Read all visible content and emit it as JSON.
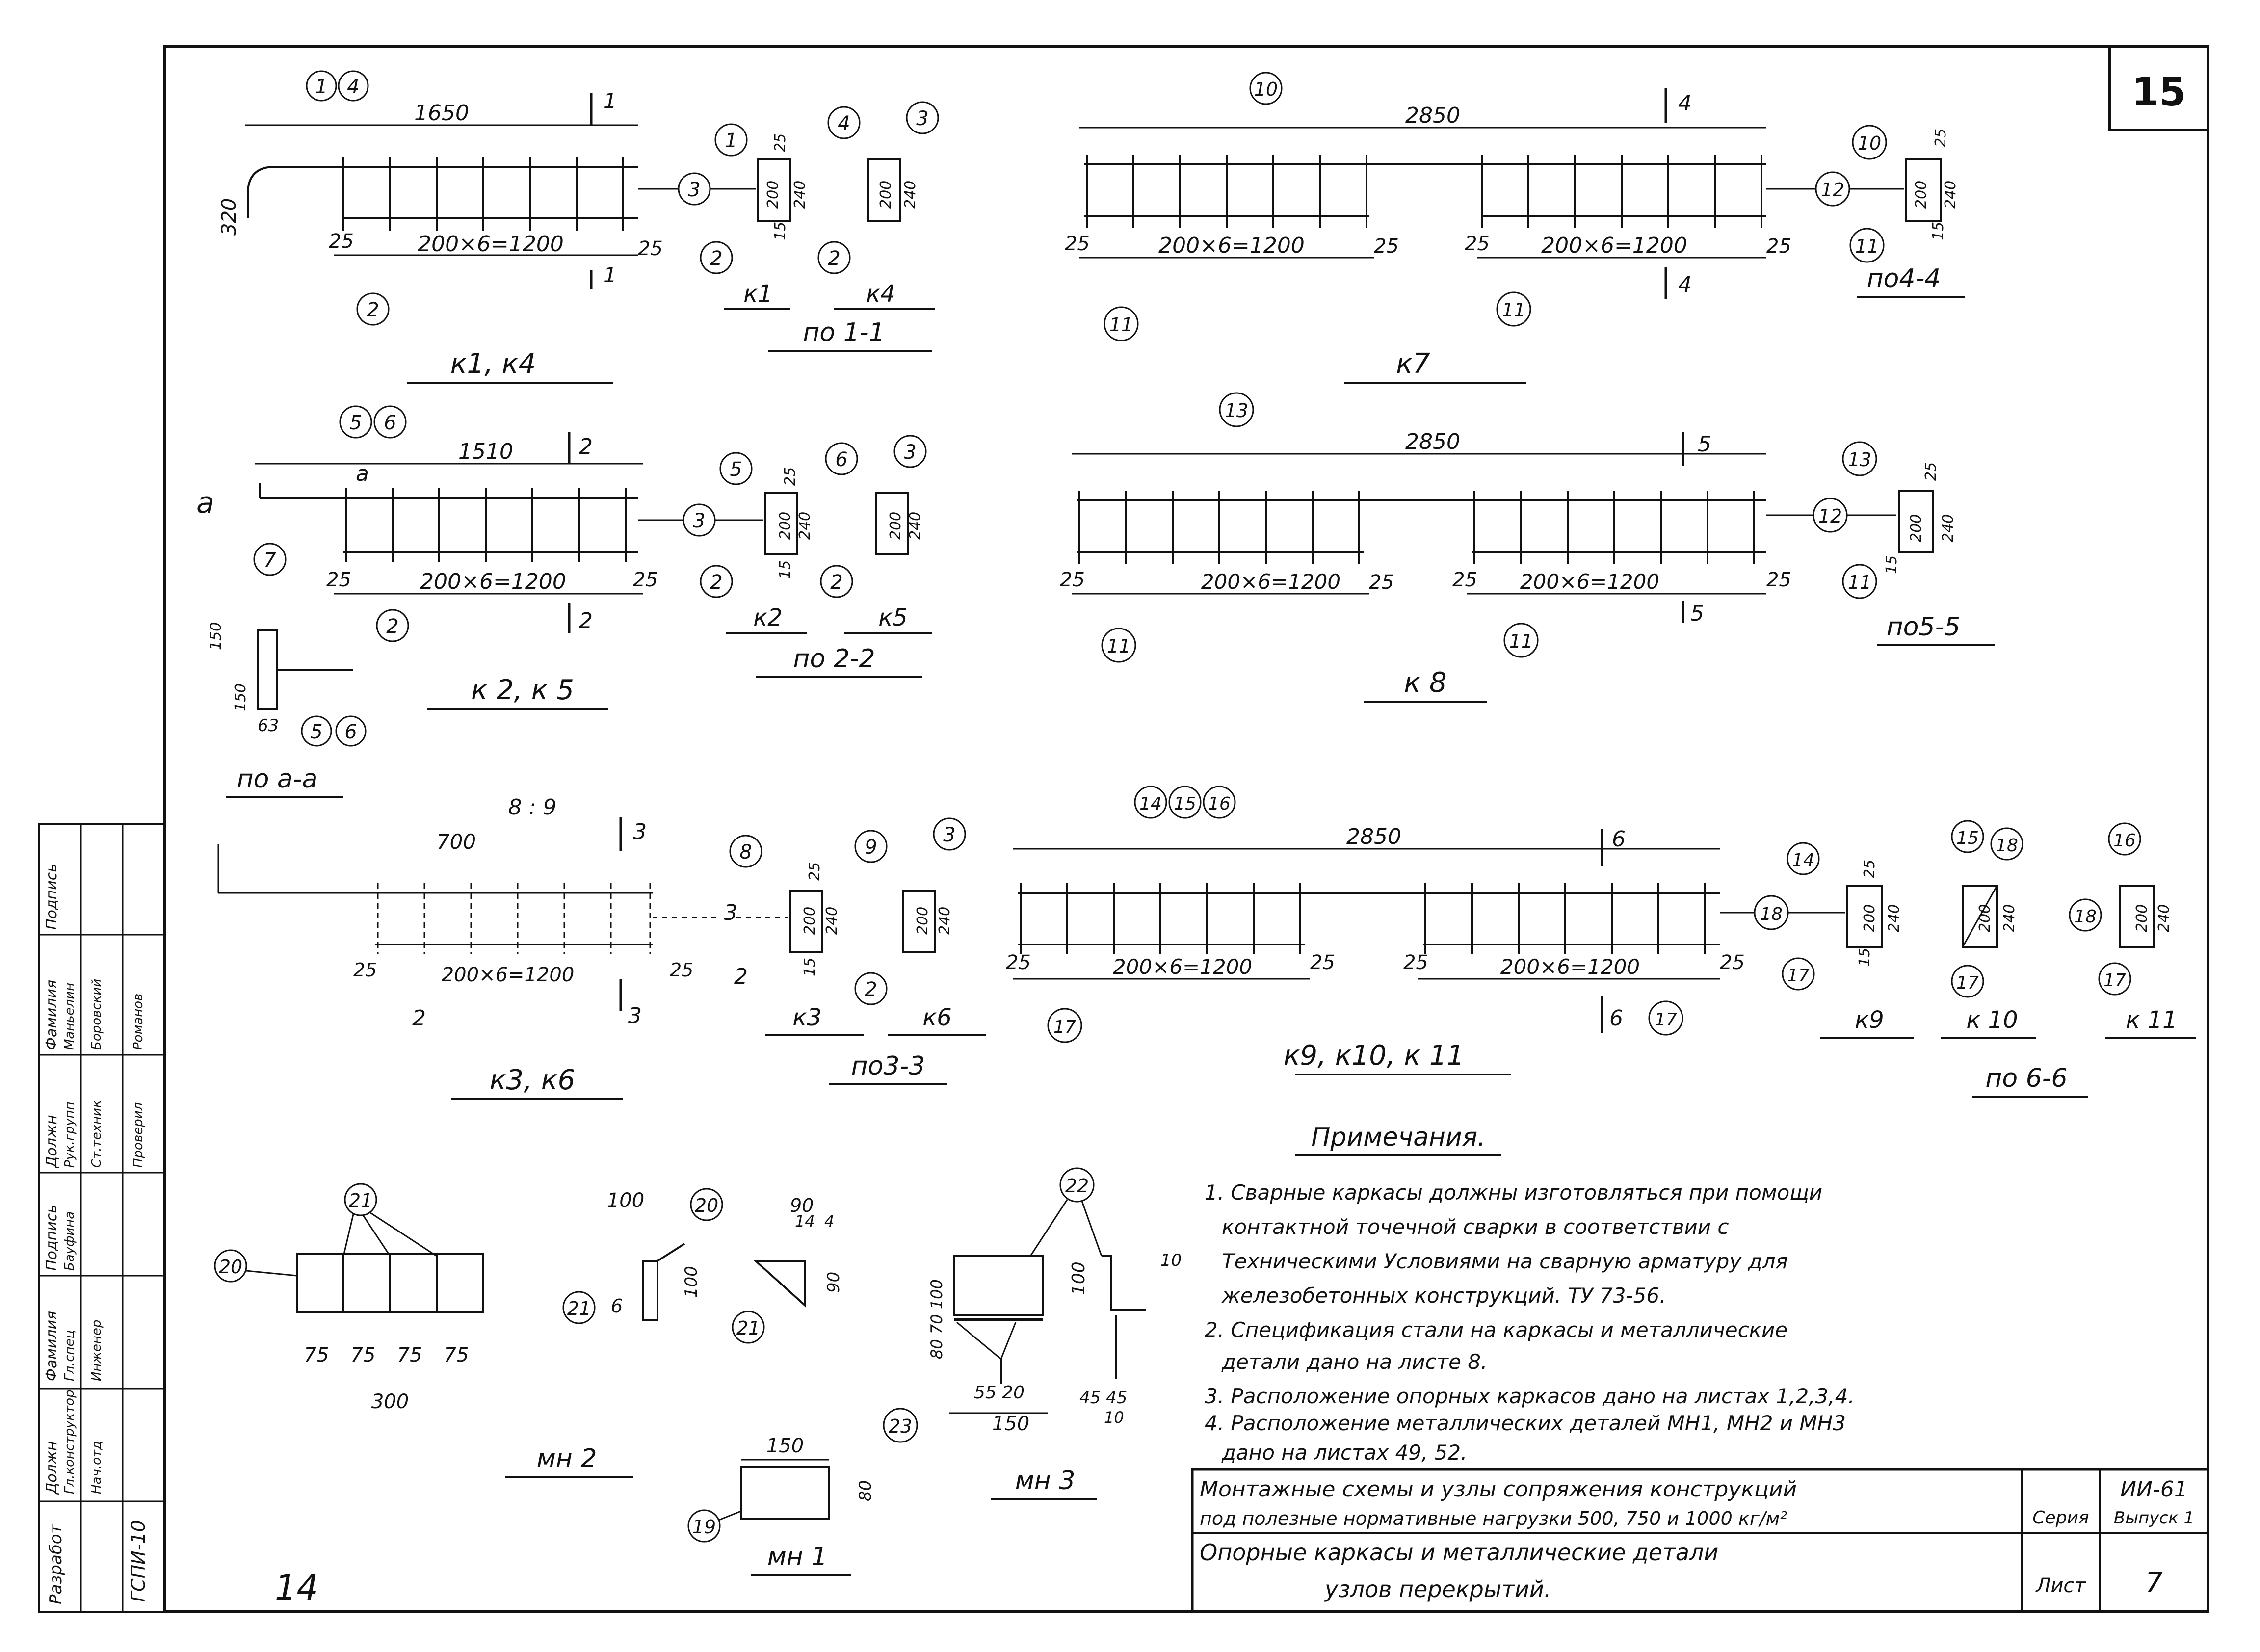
{
  "sheet_number": "15",
  "corner_number": "14",
  "drawings": {
    "k1k4": {
      "title": "к1, к4",
      "length": "1650",
      "spacing": "200×6=1200",
      "end_left": "25",
      "end_right": "25",
      "height": "320",
      "cut_mark": "1",
      "section_title": "по 1-1",
      "sec_a_label": "к1",
      "sec_b_label": "к4",
      "sec_dim_outer": "240",
      "sec_dim_inner": "200",
      "sec_dim_top": "25",
      "sec_dim_bottom": "15",
      "bubbles": [
        "1",
        "4",
        "2",
        "3",
        "1",
        "2",
        "4",
        "3",
        "2"
      ]
    },
    "k2k5": {
      "title": "к 2, к 5",
      "length": "1510",
      "spacing": "200×6=1200",
      "end_left": "25",
      "end_right": "25",
      "cut_mark": "2",
      "section_title": "по 2-2",
      "sec_a_label": "к2",
      "sec_b_label": "к5",
      "sec_dim_outer": "240",
      "sec_dim_inner": "200",
      "sec_dim_top": "25",
      "sec_dim_bottom": "15",
      "detail_title": "по а-а",
      "detail_mark": "а",
      "detail_dim_a": "150",
      "detail_dim_b": "150",
      "detail_dim_c": "63",
      "bubbles": [
        "5",
        "6",
        "7",
        "2",
        "3",
        "5",
        "2",
        "6",
        "3",
        "2",
        "5",
        "6"
      ]
    },
    "k3k6": {
      "title": "к3, к6",
      "length": "700",
      "spacing": "200×6=1200",
      "end_left": "25",
      "end_right": "25",
      "cut_mark": "3",
      "top_marks": "8 : 9",
      "section_title": "по3-3",
      "sec_a_label": "к3",
      "sec_b_label": "к6",
      "sec_dim_outer": "240",
      "sec_dim_inner": "200",
      "sec_dim_top": "25",
      "sec_dim_bottom": "15",
      "plain_labels": [
        "2",
        "3",
        "2"
      ],
      "bubbles": [
        "8",
        "9",
        "3",
        "2"
      ]
    },
    "k7": {
      "title": "к7",
      "length": "2850",
      "spacing": "200×6=1200",
      "end_left": "25",
      "end_mid": "25",
      "end_right": "25",
      "cut_mark": "4",
      "section_title": "по4-4",
      "sec_dim_outer": "240",
      "sec_dim_inner": "200",
      "sec_dim_top": "25",
      "sec_dim_bottom": "15",
      "bubbles": [
        "10",
        "11",
        "11",
        "12",
        "10",
        "11"
      ]
    },
    "k8": {
      "title": "к 8",
      "length": "2850",
      "spacing": "200×6=1200",
      "end_left": "25",
      "end_mid": "25",
      "end_right": "25",
      "cut_mark": "5",
      "section_title": "по5-5",
      "sec_dim_outer": "240",
      "sec_dim_inner": "200",
      "sec_dim_top": "25",
      "sec_dim_bottom": "15",
      "bubbles": [
        "13",
        "11",
        "11",
        "12",
        "13",
        "11"
      ]
    },
    "k9k11": {
      "title": "к9, к10, к 11",
      "length": "2850",
      "spacing": "200×6=1200",
      "end_left": "25",
      "end_mid": "25",
      "end_right": "25",
      "cut_mark": "6",
      "section_title": "по 6-6",
      "sec_a_label": "к9",
      "sec_b_label": "к 10",
      "sec_c_label": "к 11",
      "sec_dim_outer": "240",
      "sec_dim_inner": "200",
      "sec_dim_top": "25",
      "sec_dim_bottom": "15",
      "bubbles": [
        "14",
        "15",
        "16",
        "17",
        "17",
        "18",
        "14",
        "17",
        "15",
        "18",
        "17",
        "16",
        "18",
        "17"
      ]
    }
  },
  "details": {
    "mn2": {
      "title": "мн 2",
      "dims": [
        "75",
        "75",
        "75",
        "75"
      ],
      "total": "300",
      "bubbles": [
        "20",
        "21"
      ]
    },
    "mn2_angle": {
      "dim_a": "100",
      "dim_b": "100",
      "dim_c": "6",
      "tri_a": "90",
      "tri_b": "14",
      "tri_c": "4",
      "tri_d": "90",
      "bubbles": [
        "20",
        "21",
        "21"
      ]
    },
    "mn1": {
      "title": "мн 1",
      "width": "150",
      "height": "80",
      "bubbles": [
        "19"
      ]
    },
    "mn3": {
      "title": "мн 3",
      "dims_v": "80 70 100",
      "dims_a": "55 20",
      "dim_b": "150",
      "dim_c": "100",
      "dim_d": "10",
      "dim_e": "45 45",
      "dim_f": "10",
      "bubbles": [
        "22",
        "23"
      ]
    }
  },
  "notes": {
    "heading": "Примечания.",
    "items": [
      "1. Сварные каркасы должны изготовляться при помощи",
      "контактной точечной сварки в соответствии с",
      "Техническими Условиями на сварную арматуру для",
      "железобетонных конструкций. ТУ 73-56.",
      "2. Спецификация стали на каркасы и металлические",
      "детали дано на листе 8.",
      "3. Расположение опорных каркасов дано на листах 1,2,3,4.",
      "4. Расположение металлических деталей МН1, МН2 и МН3",
      "дано на листах 49, 52."
    ]
  },
  "title_block": {
    "line1": "Монтажные схемы и узлы сопряжения конструкций",
    "line2": "под полезные нормативные нагрузки 500, 750 и 1000 кг/м²",
    "series_label": "Серия",
    "series_value": "ИИ-61",
    "issue": "Выпуск 1",
    "line3": "Опорные каркасы и металлические детали",
    "line4": "узлов перекрытий.",
    "sheet_label": "Лист",
    "sheet_value": "7"
  },
  "side_stamp": {
    "headers": [
      "Разработ",
      "Должн",
      "Фамилия",
      "Подпись",
      "Должн",
      "Фамилия",
      "Подпись"
    ],
    "org": "ГСПИ-10",
    "rows": [
      "Гл.конструктор",
      "Нач.отд",
      "Гл.спец",
      "Инженер",
      "Рук.групп",
      "Ст.техник",
      "Проверил"
    ],
    "names": [
      "Маньелин",
      "Боровский",
      "Бауфина",
      "Романов"
    ]
  }
}
